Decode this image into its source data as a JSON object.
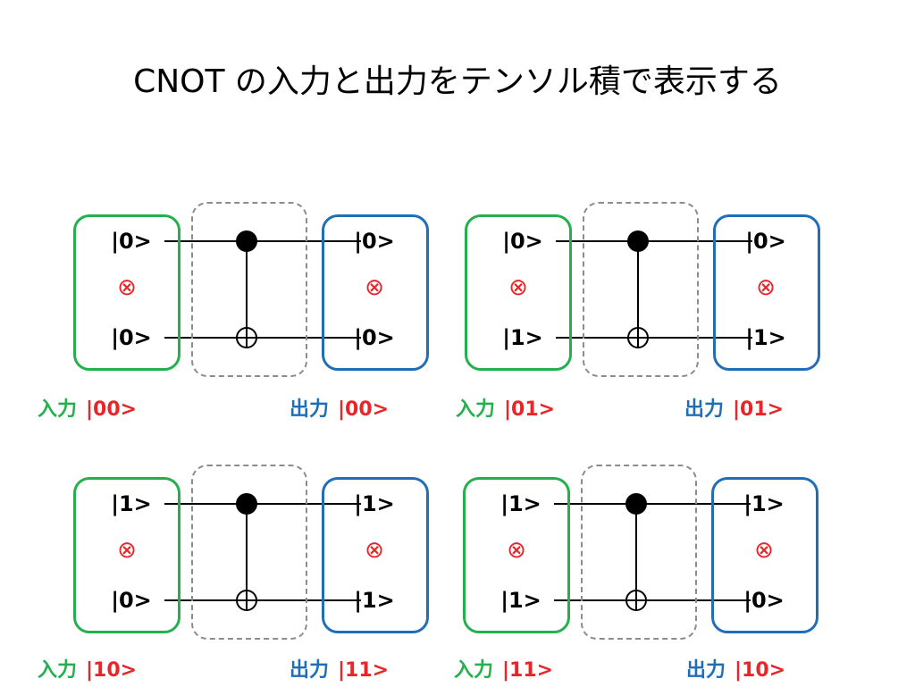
{
  "title": "CNOT の入力と出力をテンソル積で表示する",
  "labels": {
    "input": "入力",
    "output": "出力",
    "tensor_symbol": "⊗"
  },
  "colors": {
    "input": "#22b14c",
    "output": "#1f6fb8",
    "state": "#e8262a",
    "tensor": "#e8262a",
    "gate_border": "#8c8c8c",
    "wire": "#000000"
  },
  "panels": [
    {
      "input_top": "|0>",
      "input_bottom": "|0>",
      "output_top": "|0>",
      "output_bottom": "|0>",
      "input_state": "|00>",
      "output_state": "|00>"
    },
    {
      "input_top": "|0>",
      "input_bottom": "|1>",
      "output_top": "|0>",
      "output_bottom": "|1>",
      "input_state": "|01>",
      "output_state": "|01>"
    },
    {
      "input_top": "|1>",
      "input_bottom": "|0>",
      "output_top": "|1>",
      "output_bottom": "|1>",
      "input_state": "|10>",
      "output_state": "|11>"
    },
    {
      "input_top": "|1>",
      "input_bottom": "|1>",
      "output_top": "|1>",
      "output_bottom": "|0>",
      "input_state": "|11>",
      "output_state": "|10>"
    }
  ]
}
